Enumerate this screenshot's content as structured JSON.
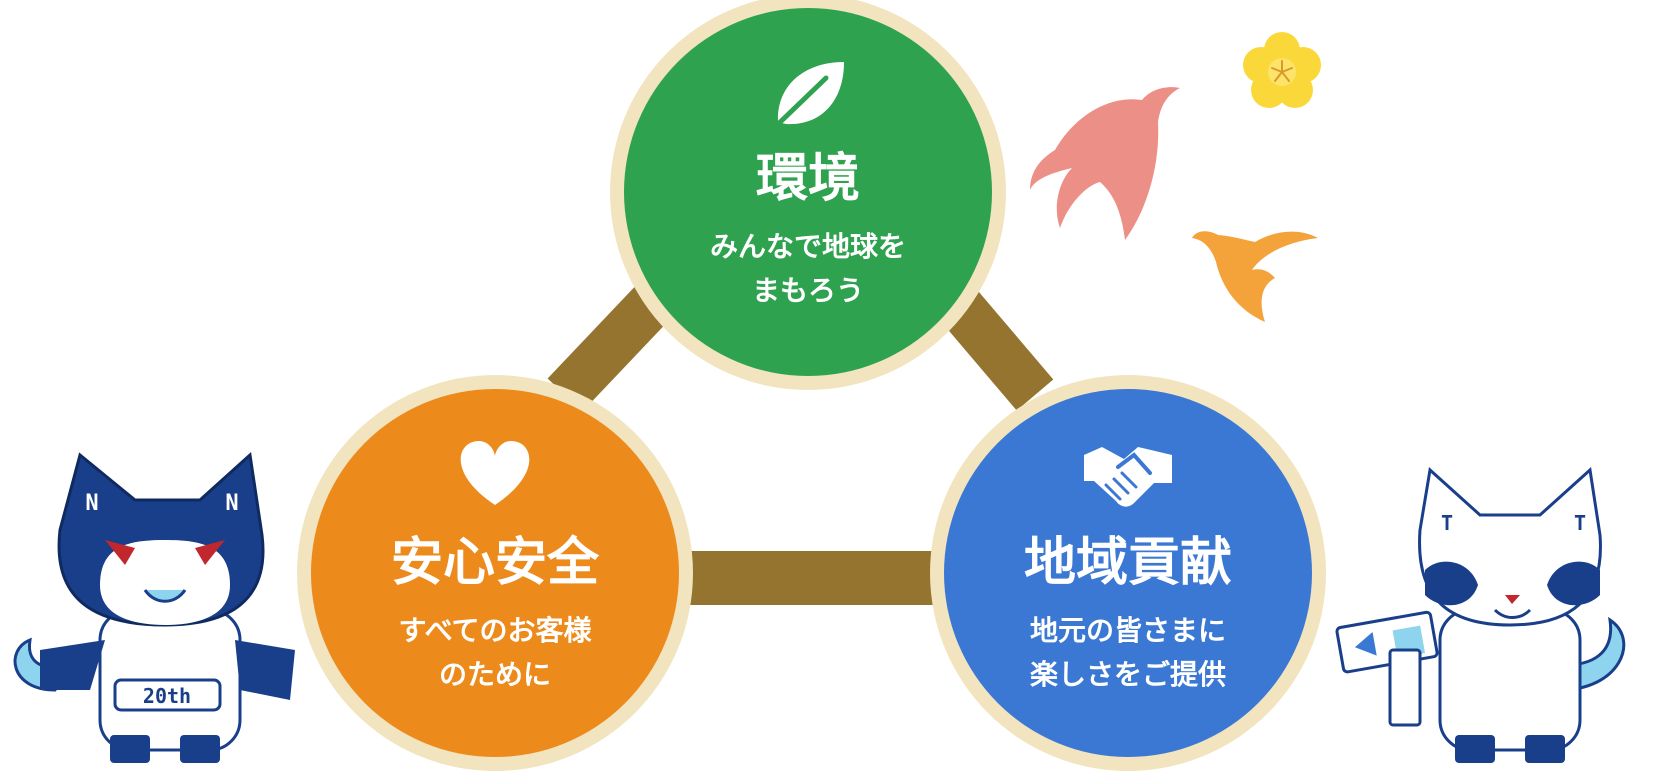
{
  "nodes": {
    "environment": {
      "title": "環境",
      "line1": "みんなで地球を",
      "line2": "まもろう",
      "color": "#2ea24f",
      "icon": "leaf-icon"
    },
    "safety": {
      "title": "安心安全",
      "line1": "すべてのお客様",
      "line2": "のために",
      "color": "#ed8a1c",
      "icon": "heart-icon"
    },
    "community": {
      "title": "地域貢献",
      "line1": "地元の皆さまに",
      "line2": "楽しさをご提供",
      "color": "#3a78d4",
      "icon": "handshake-icon"
    }
  },
  "connector_color": "#94742e",
  "ring_color": "#f1e4bf",
  "mascots": {
    "left": {
      "shirt_label": "20th",
      "ear_letter_left": "N",
      "ear_letter_right": "N"
    },
    "right": {
      "ear_letter_left": "T",
      "ear_letter_right": "T"
    }
  },
  "decorations": {
    "bird_large_color": "#ec8f86",
    "bird_small_color": "#f4a23a",
    "flower_color": "#fbd83a"
  }
}
